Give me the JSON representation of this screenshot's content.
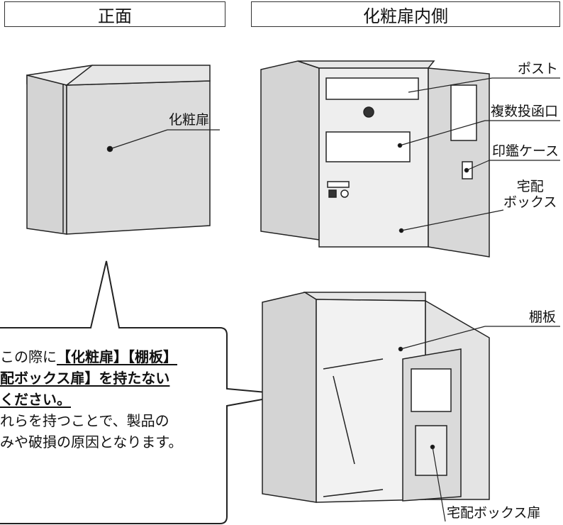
{
  "headers": {
    "front": "正面",
    "inside": "化粧扉内側"
  },
  "labels": {
    "front_door": "化粧扉",
    "post": "ポスト",
    "multi_slot": "複数投函口",
    "seal_case": "印鑑ケース",
    "delivery_box_line1": "宅配",
    "delivery_box_line2": "ボックス",
    "shelf": "棚板",
    "delivery_box_door": "宅配ボックス扉"
  },
  "warning": {
    "l1_plain": "この際に",
    "l1_em": "【化粧扉】【棚板】",
    "l2_em": "配ボックス扉】を持たない",
    "l3_em": "ください。",
    "l4": "れらを持つことで、製品の",
    "l5": "みや破損の原因となります。"
  },
  "colors": {
    "line": "#222222",
    "panel_fill": "#d9d9d9",
    "panel_side": "#cfcfcf"
  }
}
